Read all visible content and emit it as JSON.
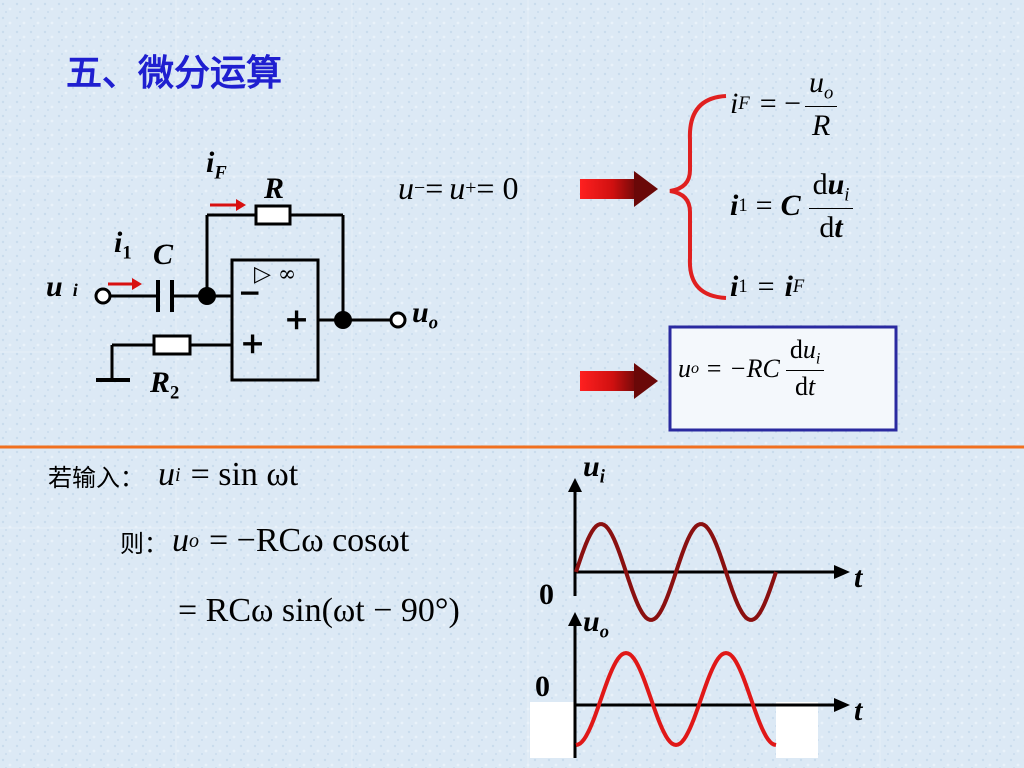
{
  "title": "五、微分运算",
  "circuit": {
    "i_f_main": "i",
    "i_f_sub": "F",
    "r": "R",
    "i1_main": "i",
    "i1_sub": "1",
    "c": "C",
    "ui_main": "u",
    "ui_sub": "i",
    "opamp_symbol": "▷ ∞",
    "minus": "−",
    "plus": "+",
    "uo_main": "u",
    "uo_sub": "o",
    "r2_main": "R",
    "r2_sub": "2"
  },
  "condition": {
    "u_minus": "u",
    "minus_sub": "−",
    "eq1": "=",
    "u_plus": "u",
    "plus_sub": "+",
    "eq2": "=",
    "zero": "0"
  },
  "equations": {
    "eq_if": {
      "lhs": "i",
      "lhs_sub": "F",
      "rhs_prefix": "= −",
      "num": "u",
      "num_sub": "o",
      "den": "R"
    },
    "eq_i1": {
      "lhs": "i",
      "lhs_sub": "1",
      "rhs_prefix": "=",
      "coef": "C",
      "num_d": "d",
      "num_var": "u",
      "num_sub": "i",
      "den_d": "d",
      "den_var": "t"
    },
    "eq_i1_if": {
      "lhs": "i",
      "lhs_sub": "1",
      "eq": "=",
      "rhs": "i",
      "rhs_sub": "F"
    }
  },
  "result": {
    "lhs": "u",
    "lhs_sub": "o",
    "rhs": "= −RC",
    "num_d": "d",
    "num_var": "u",
    "num_sub": "i",
    "den_d": "d",
    "den_var": "t"
  },
  "example": {
    "input_label": "若输入：",
    "input_lhs": "u",
    "input_sub": "i",
    "input_rhs": "= sin ωt",
    "then_label": "则：",
    "then_lhs": "u",
    "then_sub": "o",
    "then_rhs": "= −RCω cosωt",
    "line3": "= RCω sin(ωt − 90°)"
  },
  "plots": {
    "top": {
      "y_label": "u",
      "y_sub": "i",
      "x_label": "t",
      "origin": "0"
    },
    "bottom": {
      "y_label": "u",
      "y_sub": "o",
      "x_label": "t",
      "origin": "0"
    }
  },
  "colors": {
    "title": "#1f1fd0",
    "brace": "#e02020",
    "arrow": "#d81010",
    "divider": "#f07020",
    "box": "#2a2aa0",
    "wave_top": "#8a1010",
    "wave_bottom": "#e01818",
    "background": "#dbe8f4"
  }
}
